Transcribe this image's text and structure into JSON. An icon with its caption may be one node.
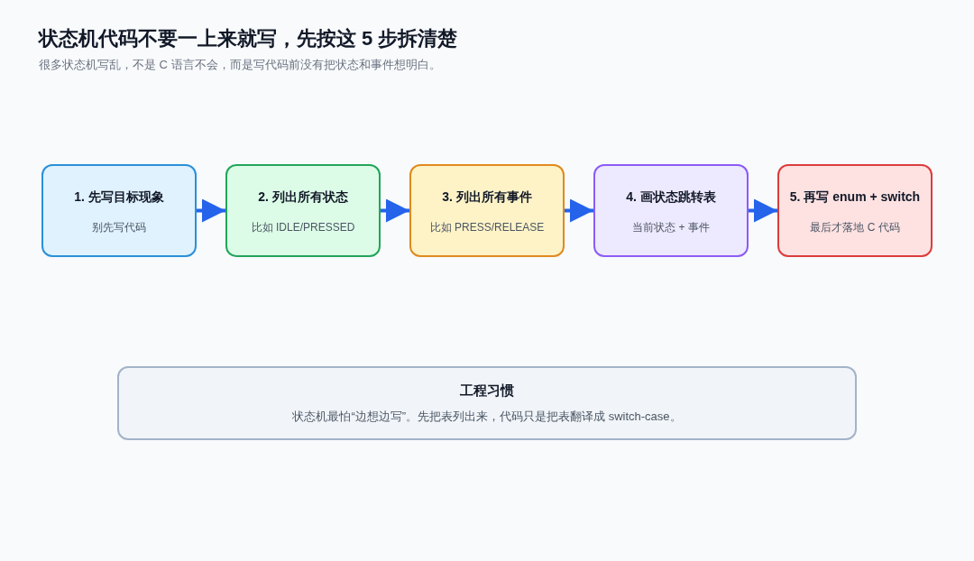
{
  "diagram": {
    "title": "状态机代码不要一上来就写，先按这 5 步拆清楚",
    "nodes": [
      {
        "text": [
          "1. 先写目标现象",
          "别先写代码"
        ]
      },
      {
        "text": [
          "2. 列出所有状态",
          "比如 IDLE/PRESSED"
        ]
      },
      {
        "text": [
          "3. 列出所有事件",
          "比如 PRESS/RELEASE"
        ]
      },
      {
        "text": [
          "4. 画状态跳转表",
          "当前状态 + 事件"
        ]
      },
      {
        "text": [
          "5. 再写 enum + switch",
          "最后才落地 C 代码"
        ]
      },
      {
        "text": [
          "工程习惯",
          "状态机最怕“边想边写”。先把表列出来，代码只是把表翻译成 switch-case。"
        ]
      }
    ],
    "edges": [
      {
        "from": 0,
        "to": 1,
        "arrow": "to"
      },
      {
        "from": 1,
        "to": 2,
        "arrow": "to"
      },
      {
        "from": 2,
        "to": 3,
        "arrow": "to"
      },
      {
        "from": 3,
        "to": 4,
        "arrow": "to"
      }
    ],
    "labels": [
      "很多状态机写乱，不是 C 语言不会，而是写代码前没有把状态和事件想明白。"
    ]
  }
}
